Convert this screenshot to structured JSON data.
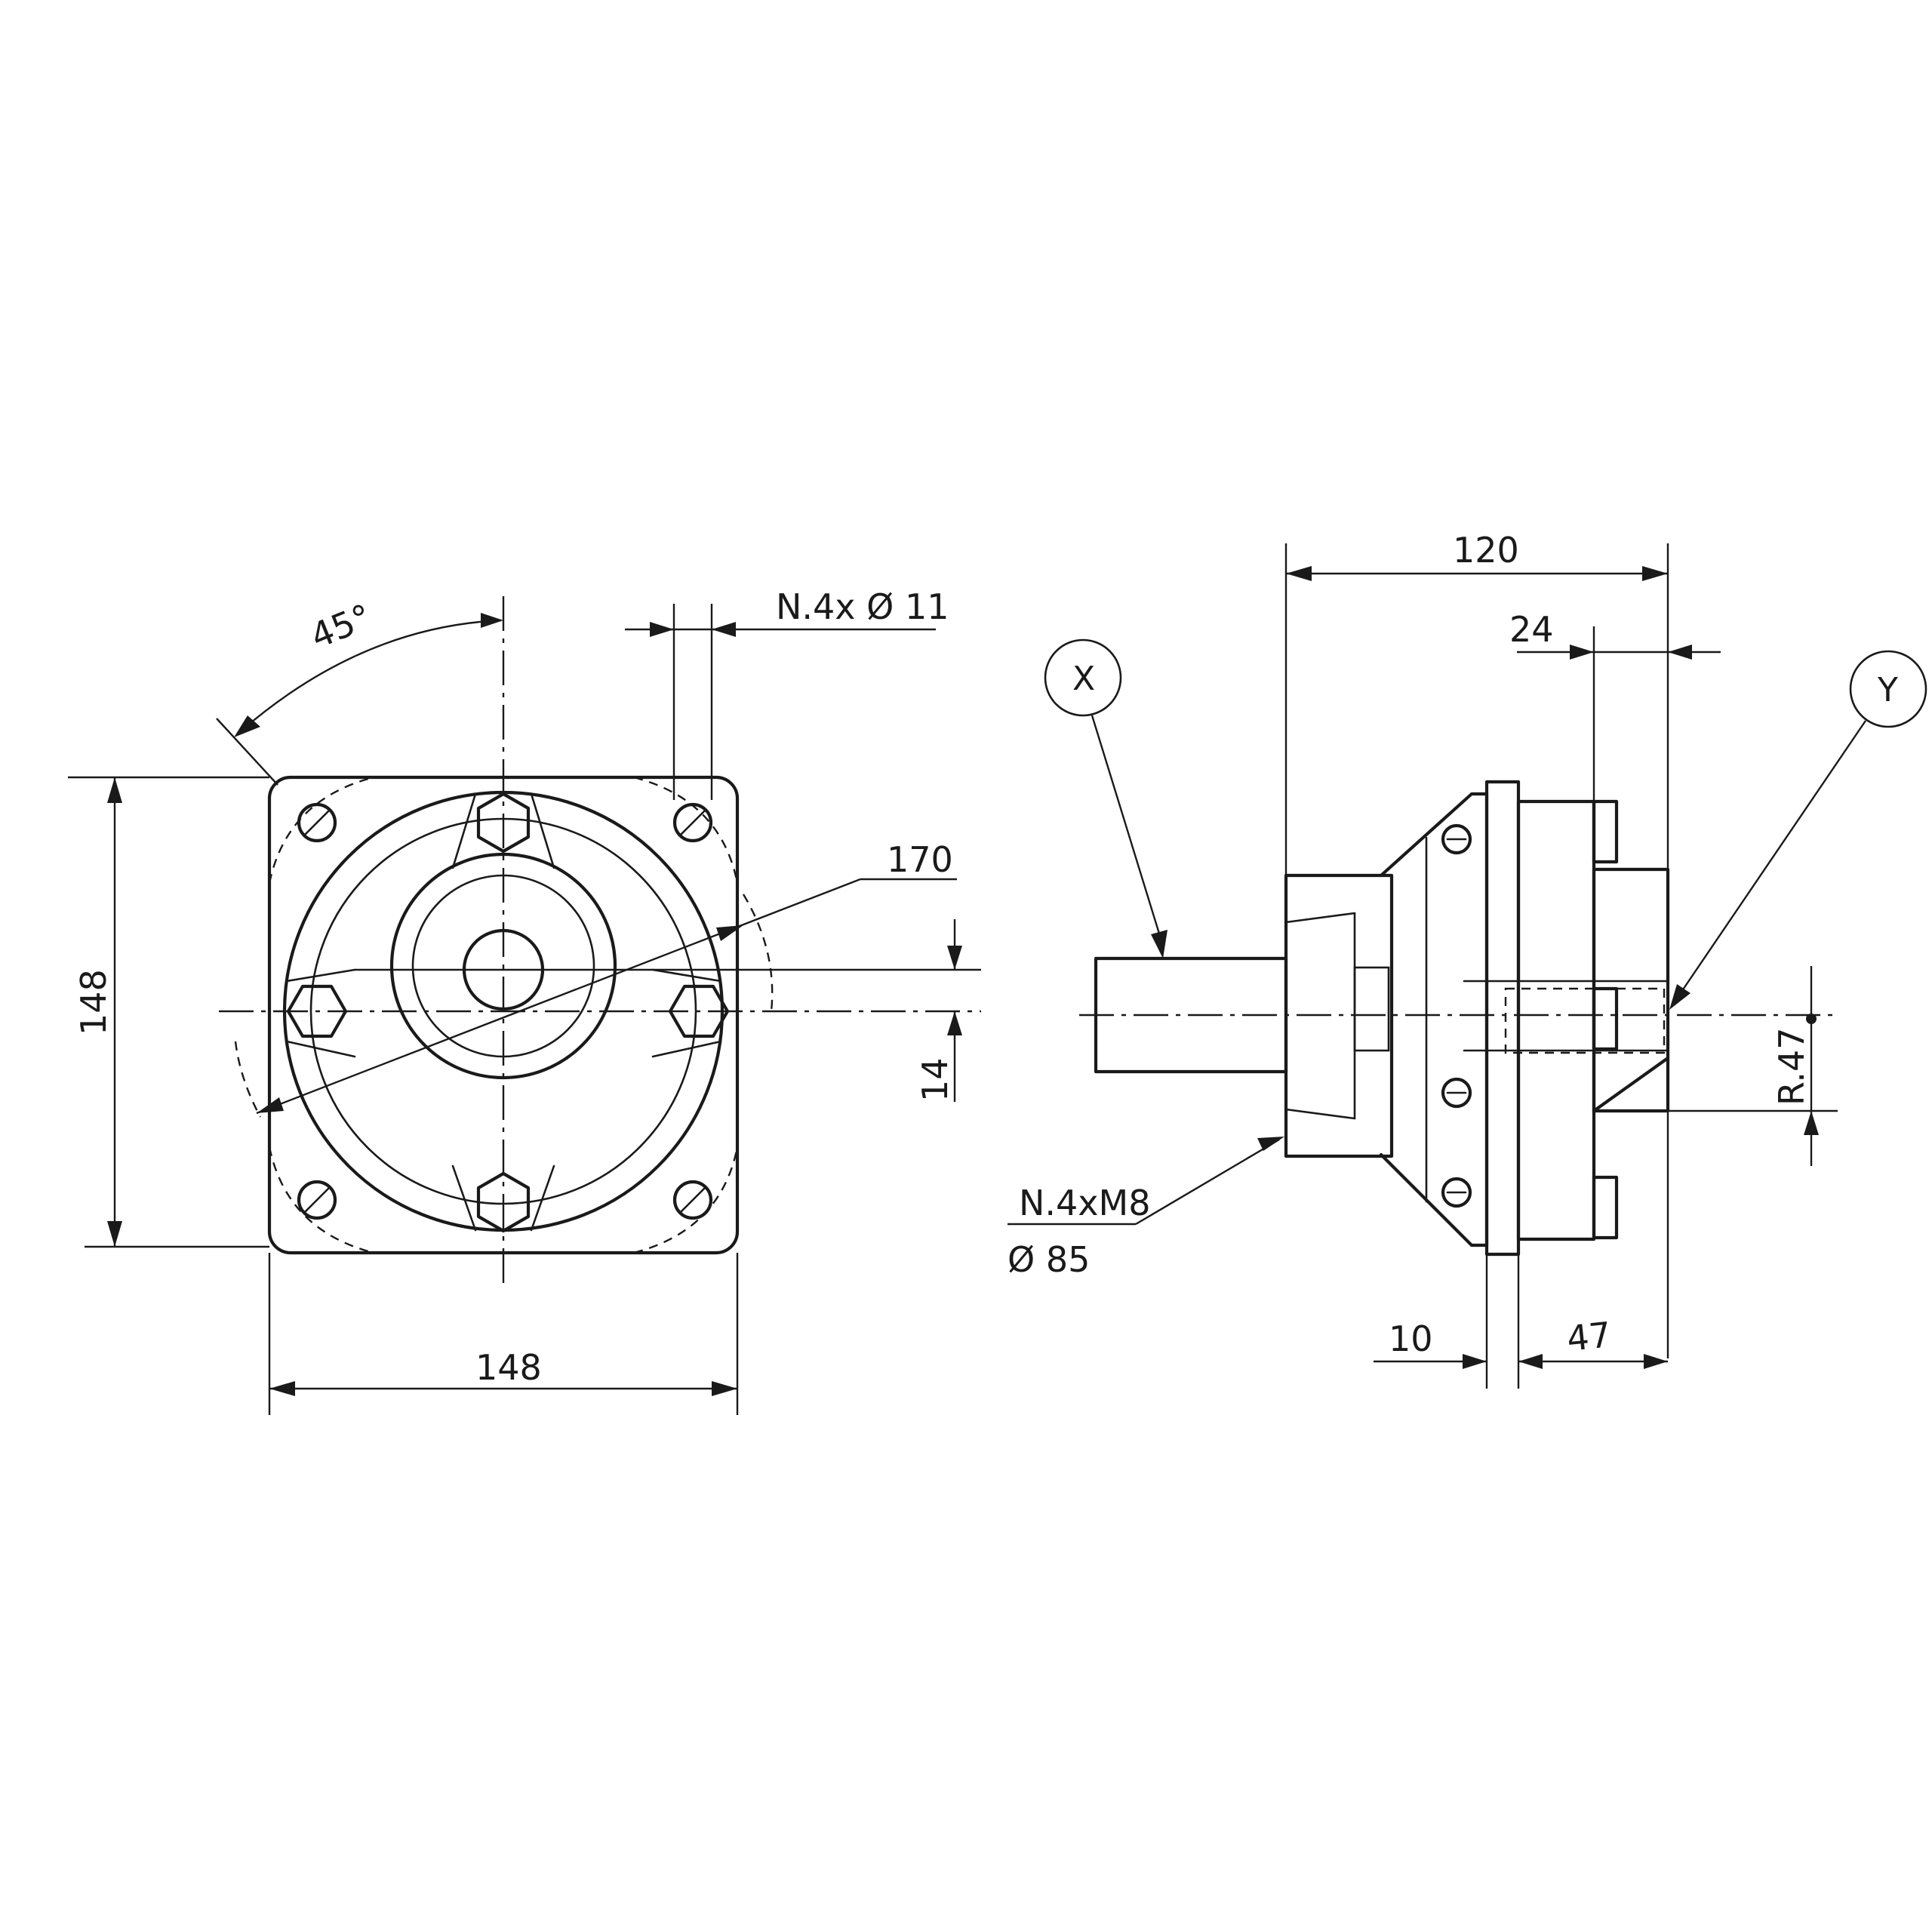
{
  "front_view": {
    "angle_label": "45°",
    "hole_label": "N.4x Ø 11",
    "diagonal_label": "170",
    "height_label": "148",
    "width_label": "148",
    "offset_label": "14"
  },
  "side_view": {
    "length_label": "120",
    "flange_label": "24",
    "thread_label": "N.4xM8",
    "pcd_label": "Ø 85",
    "plate_label": "10",
    "depth_label": "47",
    "radius_label": "R.47",
    "bubble_x": "X",
    "bubble_y": "Y"
  }
}
